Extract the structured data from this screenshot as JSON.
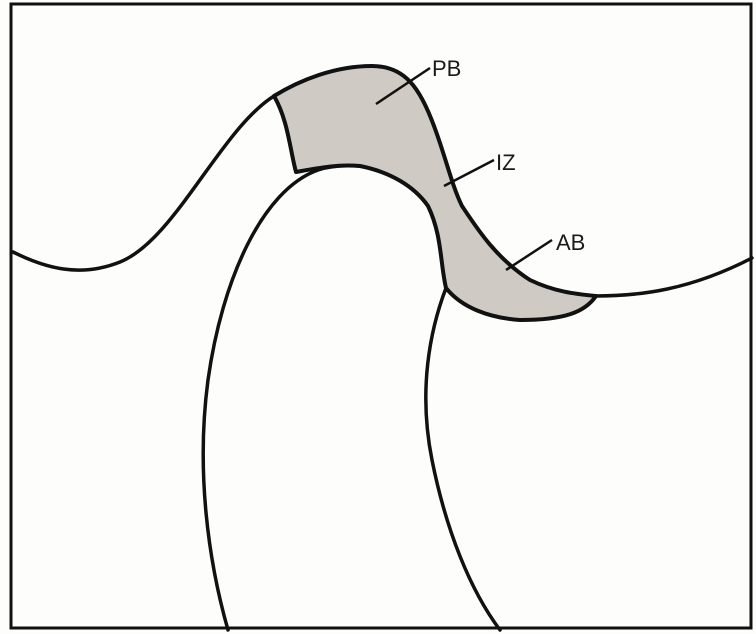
{
  "diagram": {
    "labels": {
      "posterior_band": "PB",
      "intermediate_zone": "IZ",
      "anterior_band": "AB"
    },
    "colors": {
      "background": "#fdfdfb",
      "ink": "#111111",
      "disc_fill": "#cfcac3"
    }
  }
}
